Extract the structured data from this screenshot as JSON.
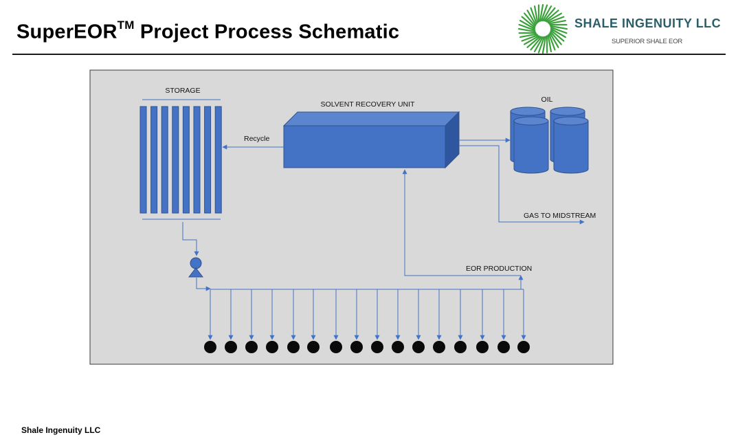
{
  "header": {
    "title_main": "SuperEOR",
    "title_sup": "TM",
    "title_rest": " Project Process Schematic"
  },
  "logo": {
    "name": "SHALE INGENUITY LLC",
    "tagline": "SUPERIOR SHALE EOR",
    "colors": {
      "rays": "#3aa03a",
      "text": "#2a5f6a"
    }
  },
  "diagram": {
    "labels": {
      "storage": "STORAGE",
      "solvent_recovery_unit": "SOLVENT RECOVERY UNIT",
      "oil": "OIL",
      "recycle": "Recycle",
      "gas_to_midstream": "GAS TO MIDSTREAM",
      "eor_production": "EOR PRODUCTION"
    },
    "colors": {
      "panel_bg": "#d9d9d9",
      "panel_border": "#3a3a3a",
      "equipment_fill": "#4472c4",
      "equipment_stroke": "#2f528f",
      "flow_line": "#4472c4",
      "well": "#0a0a0a"
    },
    "storage_tank_count": 8,
    "oil_barrel_count": 4,
    "well_count": 16
  },
  "footer": {
    "company": "Shale Ingenuity LLC"
  }
}
